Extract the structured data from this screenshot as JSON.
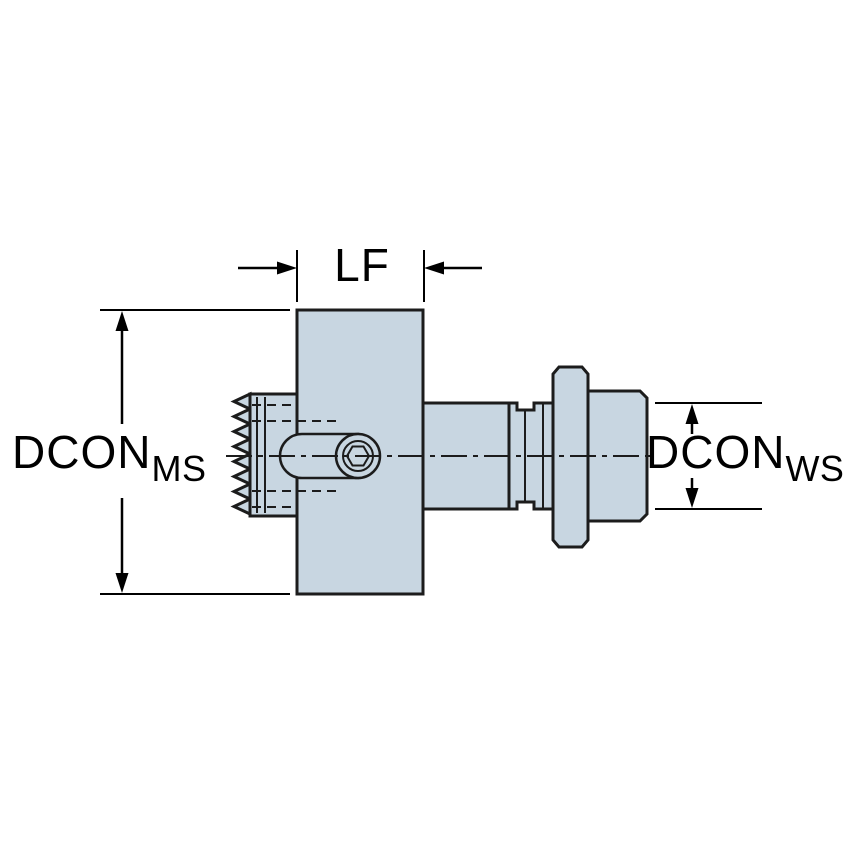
{
  "diagram": {
    "type": "technical-drawing",
    "subject": "tool-holder-adapter-side-view",
    "labels": {
      "lf": "LF",
      "dcon_ms": {
        "main": "DCON",
        "sub": "MS"
      },
      "dcon_ws": {
        "main": "DCON",
        "sub": "WS"
      }
    },
    "colors": {
      "background": "#ffffff",
      "body_fill": "#c8d6e1",
      "outline": "#1c1c1c",
      "dimension": "#000000"
    }
  }
}
